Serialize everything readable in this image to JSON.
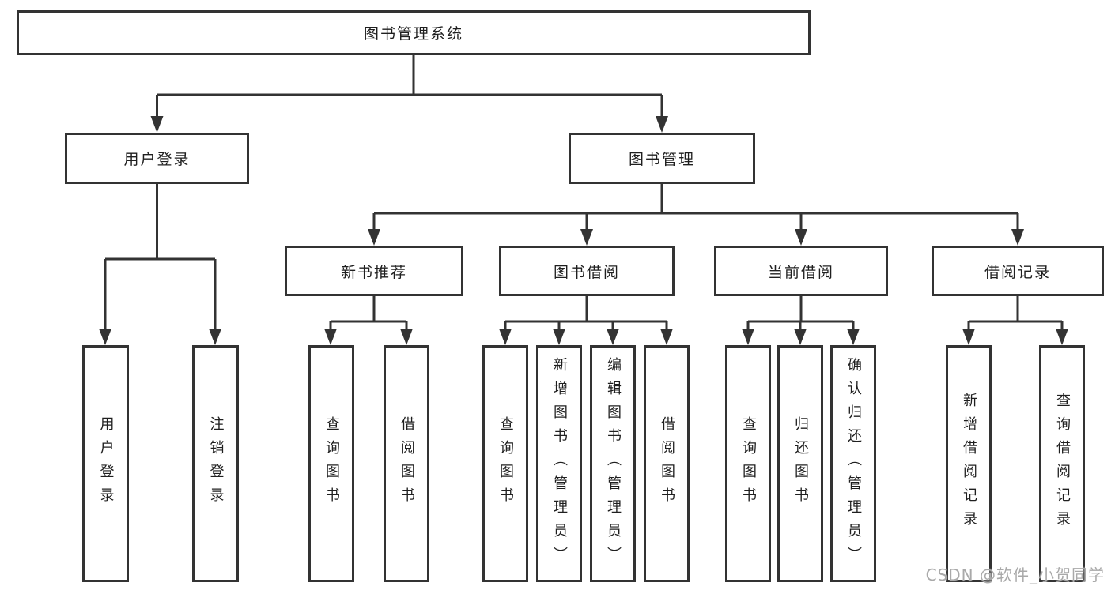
{
  "diagram_title": "图书管理系统",
  "tree": {
    "label": "图书管理系统",
    "children": [
      {
        "label": "用户登录",
        "children": [
          {
            "label": "用户登录"
          },
          {
            "label": "注销登录"
          }
        ]
      },
      {
        "label": "图书管理",
        "children": [
          {
            "label": "新书推荐",
            "children": [
              {
                "label": "查询图书"
              },
              {
                "label": "借阅图书"
              }
            ]
          },
          {
            "label": "图书借阅",
            "children": [
              {
                "label": "查询图书"
              },
              {
                "label": "新增图书（管理员）"
              },
              {
                "label": "编辑图书（管理员）"
              },
              {
                "label": "借阅图书"
              }
            ]
          },
          {
            "label": "当前借阅",
            "children": [
              {
                "label": "查询图书"
              },
              {
                "label": "归还图书"
              },
              {
                "label": "确认归还（管理员）"
              }
            ]
          },
          {
            "label": "借阅记录",
            "children": [
              {
                "label": "新增借阅记录"
              },
              {
                "label": "查询借阅记录"
              }
            ]
          }
        ]
      }
    ]
  },
  "watermark": "CSDN @软件_小贺同学",
  "colors": {
    "line": "#333333",
    "box_border": "#333333",
    "text": "#1f1f1f",
    "background": "#ffffff",
    "watermark": "#a9a9a9"
  }
}
